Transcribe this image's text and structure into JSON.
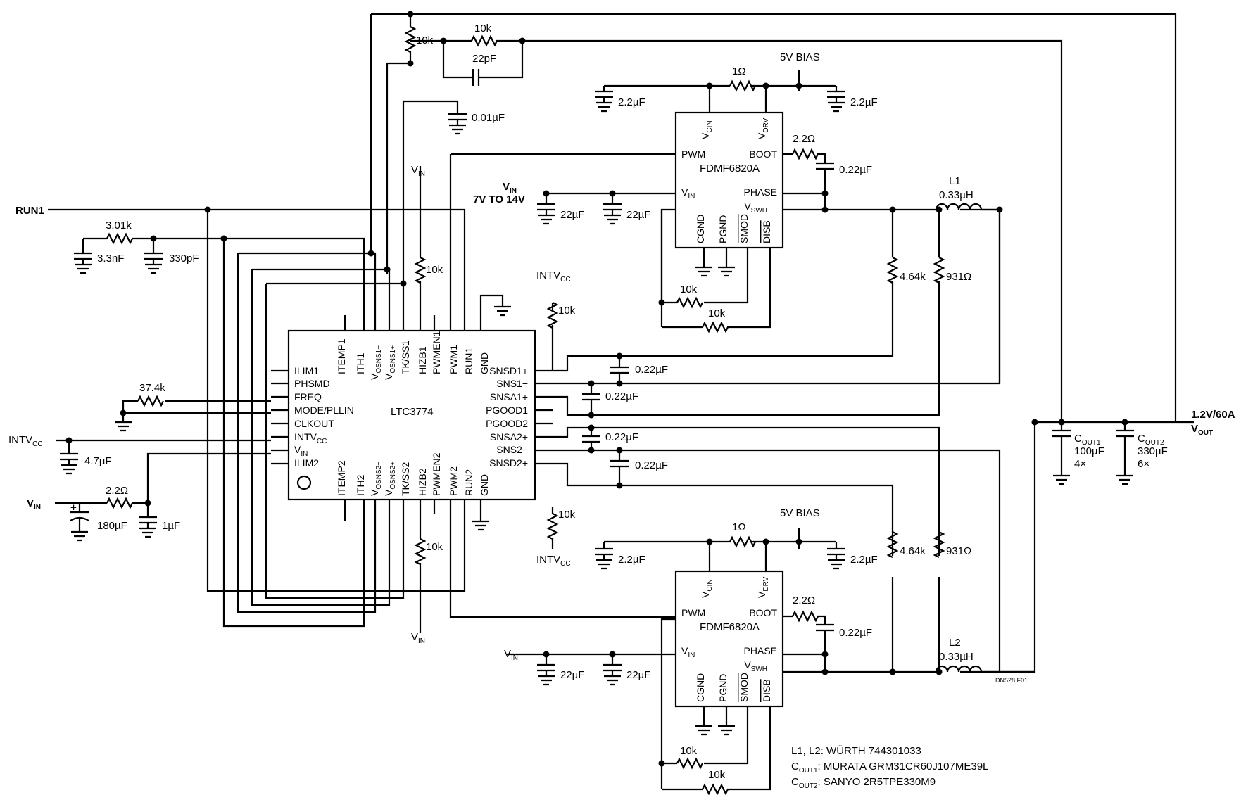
{
  "ic": {
    "name": "LTC3774",
    "left_pins": [
      "ILIM1",
      "PHSMD",
      "FREQ",
      "MODE/PLLIN",
      "CLKOUT",
      "INTV",
      "V",
      "ILIM2"
    ],
    "left_sub": {
      "INTV": "CC",
      "V": "IN"
    },
    "right_pins": [
      "SNSD1+",
      "SNS1−",
      "SNSA1+",
      "PGOOD1",
      "PGOOD2",
      "SNSA2+",
      "SNS2−",
      "SNSD2+"
    ],
    "top_pins": [
      "ITEMP1",
      "ITH1",
      "V",
      "V",
      "TK/SS1",
      "HIZB1",
      "PWMEN1",
      "PWM1",
      "RUN1",
      "GND"
    ],
    "top_sub": [
      "",
      "",
      "OSNS1−",
      "OSNS1+",
      "",
      "",
      "",
      "",
      "",
      ""
    ],
    "bottom_pins": [
      "ITEMP2",
      "ITH2",
      "V",
      "V",
      "TK/SS2",
      "HIZB2",
      "PWMEN2",
      "PWM2",
      "RUN2",
      "GND"
    ],
    "bottom_sub": [
      "",
      "",
      "OSNS2−",
      "OSNS2+",
      "",
      "",
      "",
      "",
      "",
      ""
    ]
  },
  "drv": {
    "name": "FDMF6820A",
    "left_pins": [
      "PWM",
      "V"
    ],
    "left_sub": [
      "",
      "IN"
    ],
    "right_pins": [
      "BOOT",
      "PHASE",
      "V"
    ],
    "right_sub": [
      "",
      "",
      "SWH"
    ],
    "top_pins": [
      "V",
      "V"
    ],
    "top_sub": [
      "CIN",
      "DRV"
    ],
    "bottom_pins": [
      "CGND",
      "PGND",
      "SMOD",
      "DISB"
    ]
  },
  "nets": {
    "run1": "RUN1",
    "vin": "V",
    "vin_sub": "IN",
    "vin_range": "7V TO 14V",
    "intvcc": "INTV",
    "intvcc_sub": "CC",
    "bias": "5V BIAS",
    "vout": "1.2V/60A",
    "vout_sym": "V",
    "vout_sub": "OUT"
  },
  "parts": {
    "r10k": "10k",
    "c22p": "22pF",
    "c001u": "0.01µF",
    "r301k": "3.01k",
    "c33n": "3.3nF",
    "c330p": "330pF",
    "r374k": "37.4k",
    "c47u": "4.7µF",
    "r22": "2.2Ω",
    "c180u": "180µF",
    "c1u": "1µF",
    "c22u": "2.2µF",
    "r1": "1Ω",
    "c022u": "0.22µF",
    "c22uu": "22µF",
    "r464k": "4.64k",
    "r931": "931Ω",
    "l1": "L1",
    "l2": "L2",
    "l_val": "0.33µH",
    "cout1": "C",
    "cout1_sub": "OUT1",
    "cout1_val": "100µF",
    "cout1_mult": "4×",
    "cout2": "C",
    "cout2_sub": "OUT2",
    "cout2_val": "330µF",
    "cout2_mult": "6×",
    "polarity": "+"
  },
  "notes": {
    "n1": "L1, L2: WÜRTH 744301033",
    "n2_pre": "C",
    "n2_sub": "OUT1",
    "n2_txt": ": MURATA GRM31CR60J107ME39L",
    "n3_pre": "C",
    "n3_sub": "OUT2",
    "n3_txt": ": SANYO 2R5TPE330M9",
    "fig": "DN528 F01"
  }
}
